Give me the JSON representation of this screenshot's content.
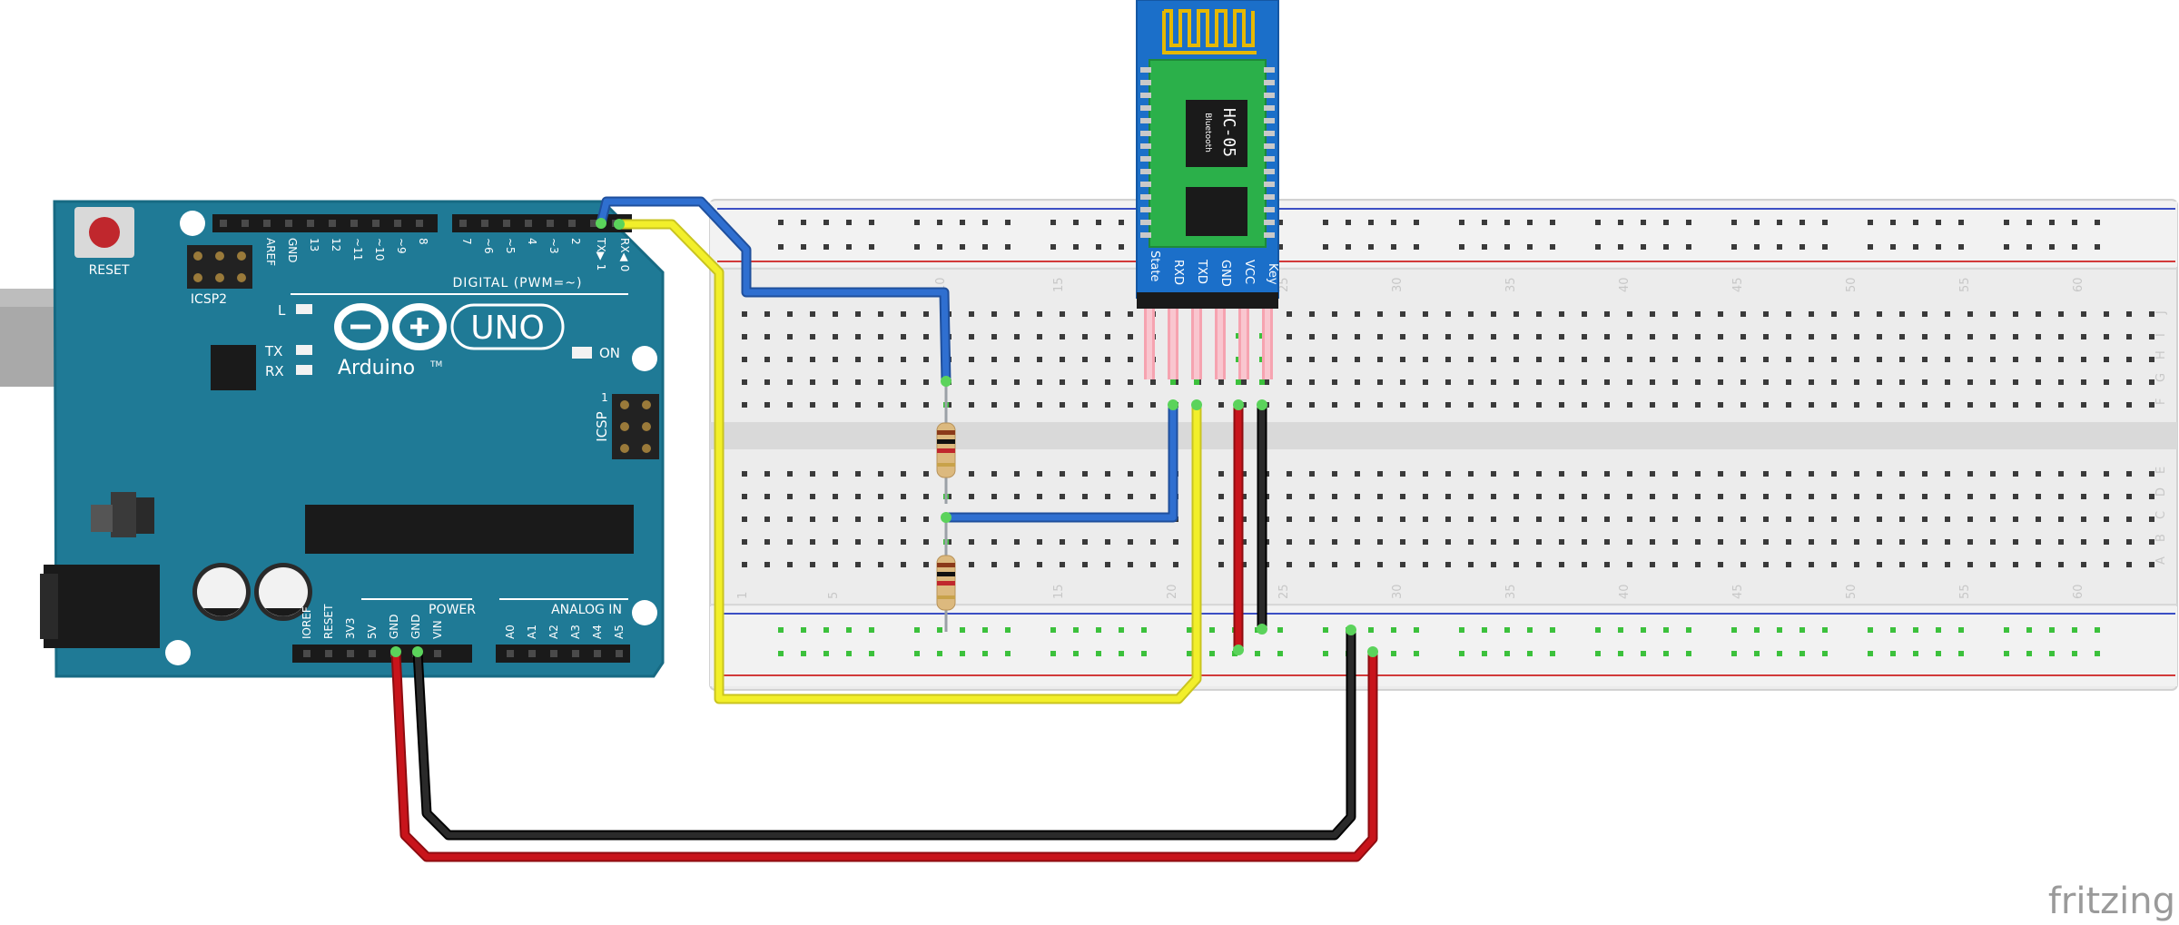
{
  "arduino": {
    "reset_label": "RESET",
    "icsp2_label": "ICSP2",
    "icsp_label": "ICSP",
    "icsp_pin_1": "1",
    "digital_label": "DIGITAL (PWM=~)",
    "l_label": "L",
    "tx_label": "TX",
    "rx_label": "RX",
    "on_label": "ON",
    "uno_label": "UNO",
    "arduino_label": "Arduino",
    "tm_label": "TM",
    "power_label": "POWER",
    "analog_label": "ANALOG IN",
    "header_top": [
      "AREF",
      "GND",
      "13",
      "12",
      "~11",
      "~10",
      "~9",
      "8",
      "7",
      "~6",
      "~5",
      "4",
      "~3",
      "2",
      "TX▶ 1",
      "RX◀ 0"
    ],
    "header_power": [
      "IOREF",
      "RESET",
      "3V3",
      "5V",
      "GND",
      "GND",
      "VIN"
    ],
    "header_analog": [
      "A0",
      "A1",
      "A2",
      "A3",
      "A4",
      "A5"
    ]
  },
  "module": {
    "name": "HC-05",
    "subtitle": "Bluetooth",
    "pins": [
      "State",
      "RXD",
      "TXD",
      "GND",
      "VCC",
      "Key"
    ]
  },
  "breadboard": {
    "col_numbers_top": [
      "10",
      "15",
      "25",
      "30",
      "35",
      "40",
      "45",
      "50",
      "55",
      "60"
    ],
    "col_numbers_bottom": [
      "1",
      "5",
      "15",
      "20",
      "25",
      "30",
      "35",
      "40",
      "45",
      "50",
      "55",
      "60"
    ],
    "row_letters_top": [
      "J",
      "I",
      "H",
      "G",
      "F"
    ],
    "row_letters_bottom": [
      "E",
      "D",
      "C",
      "B",
      "A"
    ]
  },
  "watermark": "fritzing",
  "colors": {
    "board": "#1f7a96",
    "board_dark": "#176a83",
    "module": "#1b6fc9",
    "breadboard": "#ececec",
    "wire_blue": "#2f6fd0",
    "wire_yellow": "#f2ef2a",
    "wire_red": "#c8141b",
    "wire_black": "#1b1b1b",
    "antenna": "#e6b800"
  }
}
